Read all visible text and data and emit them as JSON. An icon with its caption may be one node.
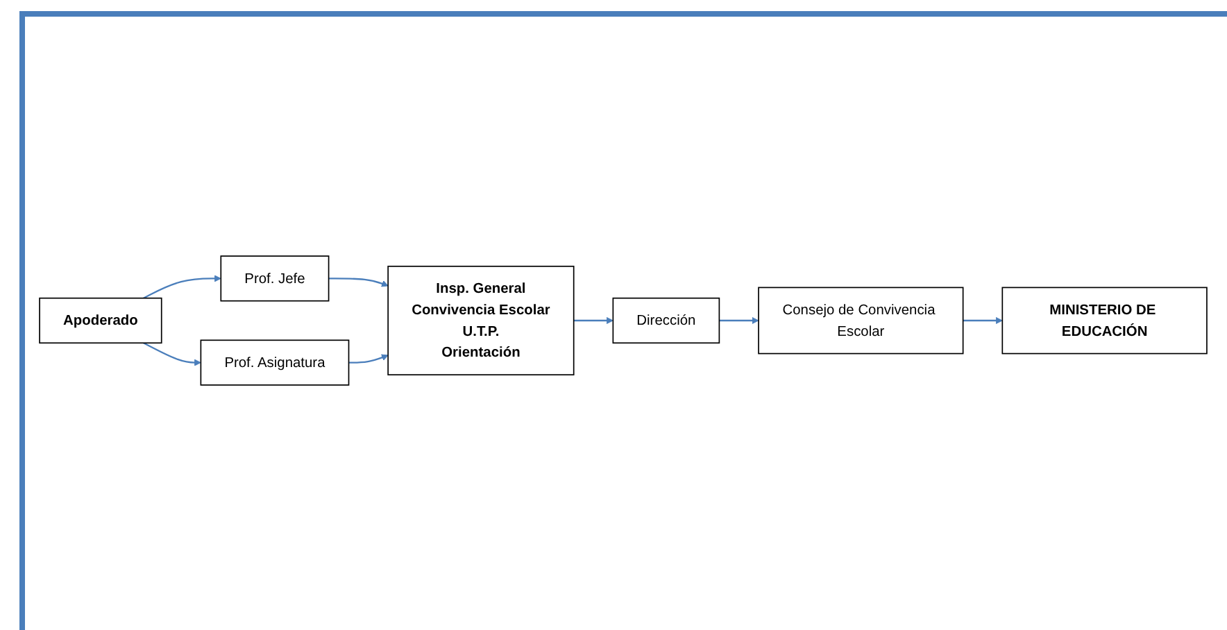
{
  "diagram": {
    "nodes": [
      {
        "text": [
          "Apoderado"
        ]
      },
      {
        "text": [
          "Prof. Jefe"
        ]
      },
      {
        "text": [
          "Prof. Asignatura"
        ]
      },
      {
        "text": [
          "Insp. General",
          "Convivencia Escolar",
          "U.T.P.",
          "Orientación"
        ]
      },
      {
        "text": [
          "Dirección"
        ]
      },
      {
        "text": [
          "Consejo de Convivencia Escolar"
        ]
      },
      {
        "text": [
          "MINISTERIO DE EDUCACIÓN"
        ]
      }
    ],
    "edges": [
      {
        "from": 0,
        "to": 1,
        "arrow": "to"
      },
      {
        "from": 0,
        "to": 2,
        "arrow": "to"
      },
      {
        "from": 1,
        "to": 3,
        "arrow": "to"
      },
      {
        "from": 2,
        "to": 3,
        "arrow": "to"
      },
      {
        "from": 3,
        "to": 4,
        "arrow": "to"
      },
      {
        "from": 4,
        "to": 5,
        "arrow": "to"
      },
      {
        "from": 5,
        "to": 6,
        "arrow": "to"
      }
    ]
  }
}
